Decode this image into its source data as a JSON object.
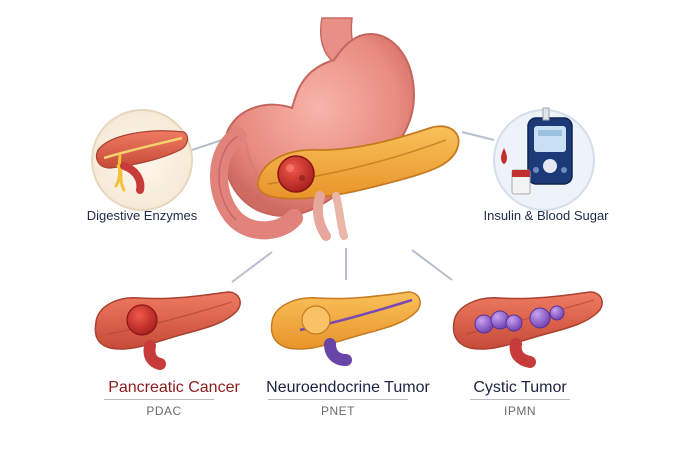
{
  "top_labels": {
    "left": "Digestive Enzymes",
    "right": "Insulin & Blood Sugar"
  },
  "tumor_types": [
    {
      "title": "Pancreatic Cancer",
      "abbr": "PDAC",
      "title_color": "#8e1b1b"
    },
    {
      "title": "Neuroendocrine Tumor",
      "abbr": "PNET",
      "title_color": "#1c2340"
    },
    {
      "title": "Cystic Tumor",
      "abbr": "IPMN",
      "title_color": "#1c2340"
    }
  ],
  "icons": {
    "digestive": "pancreas-duct-icon",
    "glucose": "glucose-meter-icon"
  },
  "colors": {
    "stomach": "#ec8f86",
    "pancreas": "#f2a53b",
    "tumor_red": "#c72a2a",
    "tumor_purple": "#8a58c8",
    "vessel_red": "#c73b3b",
    "vessel_purple": "#6a45a8",
    "meter_blue": "#1d3a78"
  }
}
